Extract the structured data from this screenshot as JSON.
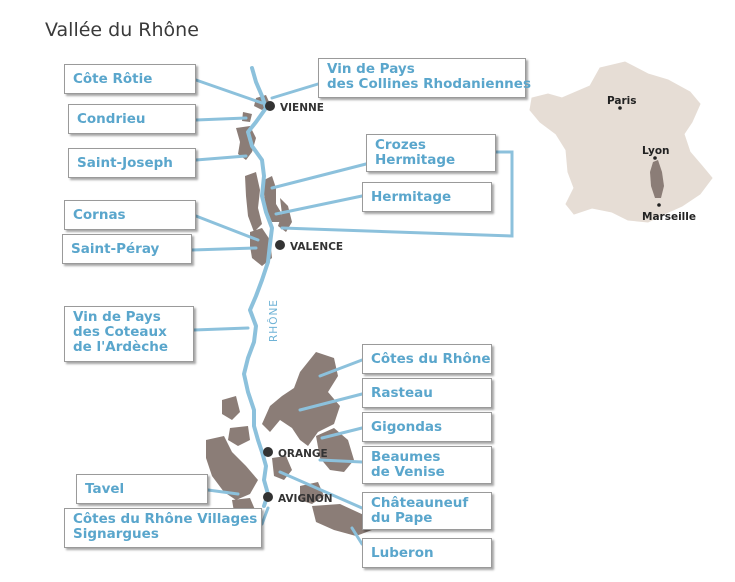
{
  "title": "Vallée du Rhône",
  "river": "RHÔNE",
  "cities": [
    {
      "name": "VIENNE"
    },
    {
      "name": "VALENCE"
    },
    {
      "name": "ORANGE"
    },
    {
      "name": "AVIGNON"
    }
  ],
  "france_cities": [
    {
      "name": "Paris"
    },
    {
      "name": "Lyon"
    },
    {
      "name": "Marseille"
    }
  ],
  "appellations": {
    "cote_rotie": "Côte Rôtie",
    "condrieu": "Condrieu",
    "saint_joseph": "Saint-Joseph",
    "cornas": "Cornas",
    "saint_peray": "Saint-Péray",
    "vdp_ardeche_1": "Vin de Pays",
    "vdp_ardeche_2": "des Coteaux",
    "vdp_ardeche_3": "de l'Ardèche",
    "tavel": "Tavel",
    "cdr_villages_1": "Côtes du Rhône Villages",
    "cdr_villages_2": "Signargues",
    "vdp_collines_1": "Vin de Pays",
    "vdp_collines_2": "des Collines Rhodaniennes",
    "crozes_1": "Crozes",
    "crozes_2": "Hermitage",
    "hermitage": "Hermitage",
    "cotes_du_rhone": "Côtes du Rhône",
    "rasteau": "Rasteau",
    "gigondas": "Gigondas",
    "beaumes_1": "Beaumes",
    "beaumes_2": "de Venise",
    "chateauneuf_1": "Châteauneuf",
    "chateauneuf_2": "du Pape",
    "luberon": "Luberon"
  },
  "colors": {
    "river": "#8cc1dc",
    "vineyard": "#8b7d77",
    "label_text": "#5aa6cc",
    "france_fill": "#e6ddd5"
  }
}
